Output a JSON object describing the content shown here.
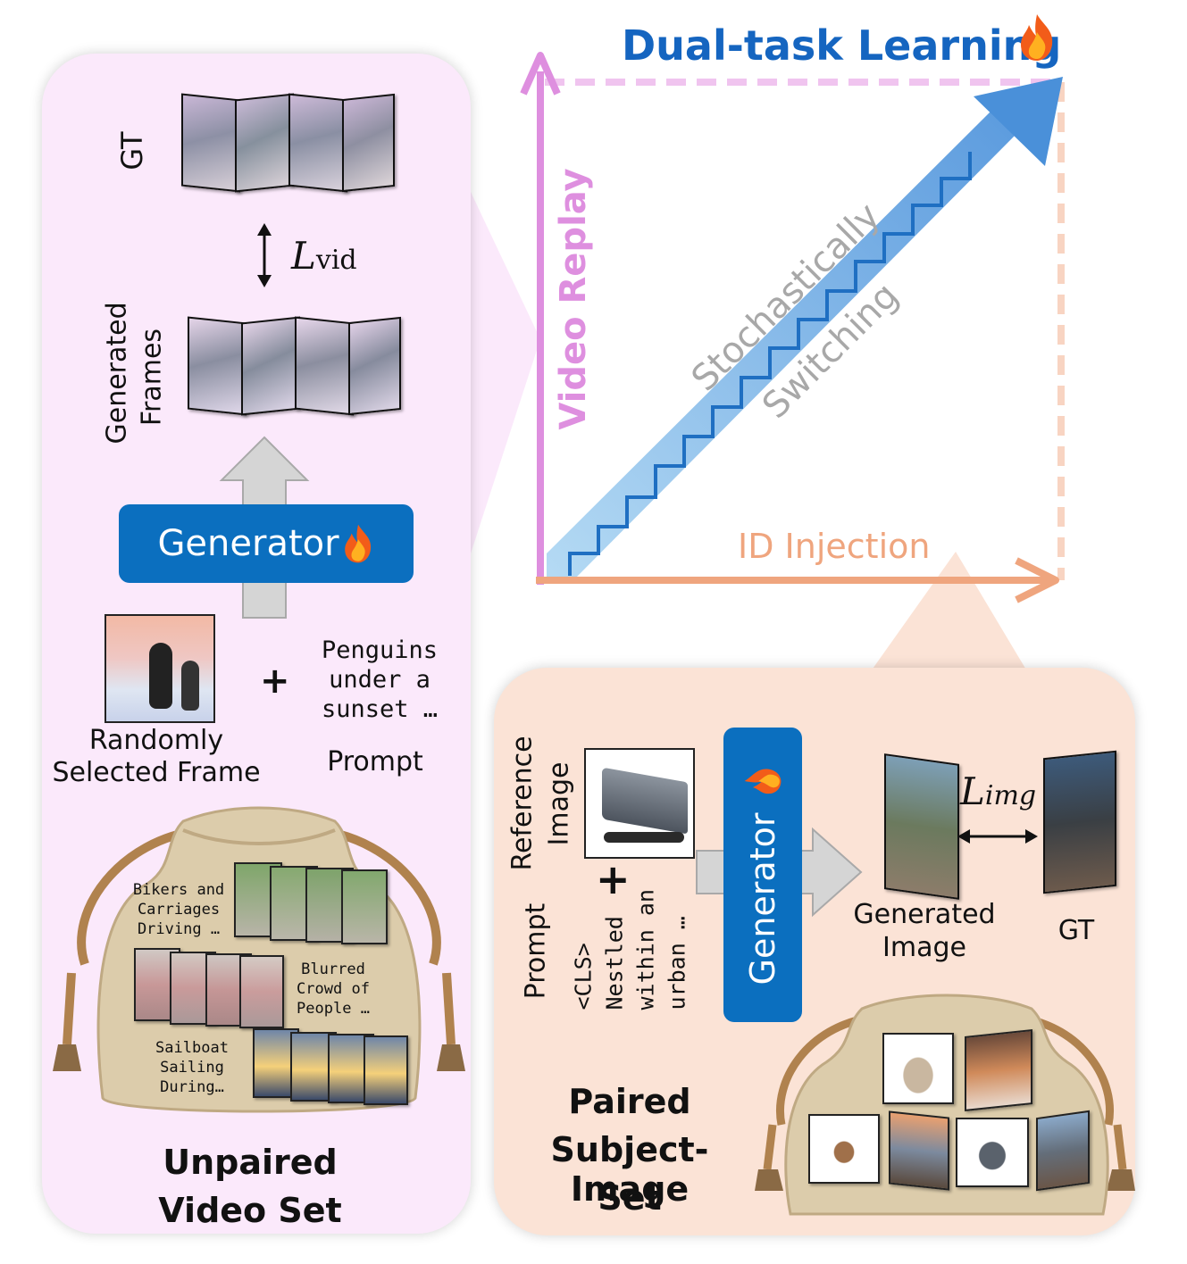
{
  "title": "Dual-task Learning",
  "left_panel": {
    "gt_label": "GT",
    "loss_label": "L",
    "loss_sub": "vid",
    "generated_frames_label_1": "Generated",
    "generated_frames_label_2": "Frames",
    "generator_label": "Generator",
    "plus": "+",
    "prompt_lines": [
      "Penguins",
      "under a",
      "sunset …"
    ],
    "prompt_caption": "Prompt",
    "frame_caption_1": "Randomly",
    "frame_caption_2": "Selected Frame",
    "bag_captions": [
      [
        "Bikers and",
        "Carriages",
        "Driving …"
      ],
      [
        "Blurred",
        "Crowd of",
        "People …"
      ],
      [
        "Sailboat",
        "Sailing",
        "During…"
      ]
    ],
    "set_label_1": "Unpaired",
    "set_label_2": "Video Set"
  },
  "axes": {
    "y_label": "Video Replay",
    "x_label": "ID Injection",
    "diag_label_1": "Stochastically",
    "diag_label_2": "Switching"
  },
  "right_panel": {
    "reference_label_1": "Reference",
    "reference_label_2": "Image",
    "prompt_label": "Prompt",
    "prompt_lines": [
      "<CLS>",
      "Nestled",
      "within an",
      "urban …"
    ],
    "plus": "+",
    "generator_label": "Generator",
    "loss_label": "L",
    "loss_sub": "img",
    "generated_label_1": "Generated",
    "generated_label_2": "Image",
    "gt_label": "GT",
    "set_label_1": "Paired",
    "set_label_2": "Subject-Image",
    "set_label_3": "Set"
  },
  "colors": {
    "title": "#1565c0",
    "generator": "#0b6fbf",
    "video_axis": "#de8fdf",
    "id_axis": "#efa57e",
    "diag_arrow": "#4a90d9",
    "left_panel_bg": "#fbe9fb",
    "right_panel_bg": "#fbe3d6"
  },
  "icons": [
    "fire-icon",
    "double-arrow-icon",
    "up-arrow-icon",
    "right-arrow-icon",
    "bag-icon"
  ]
}
